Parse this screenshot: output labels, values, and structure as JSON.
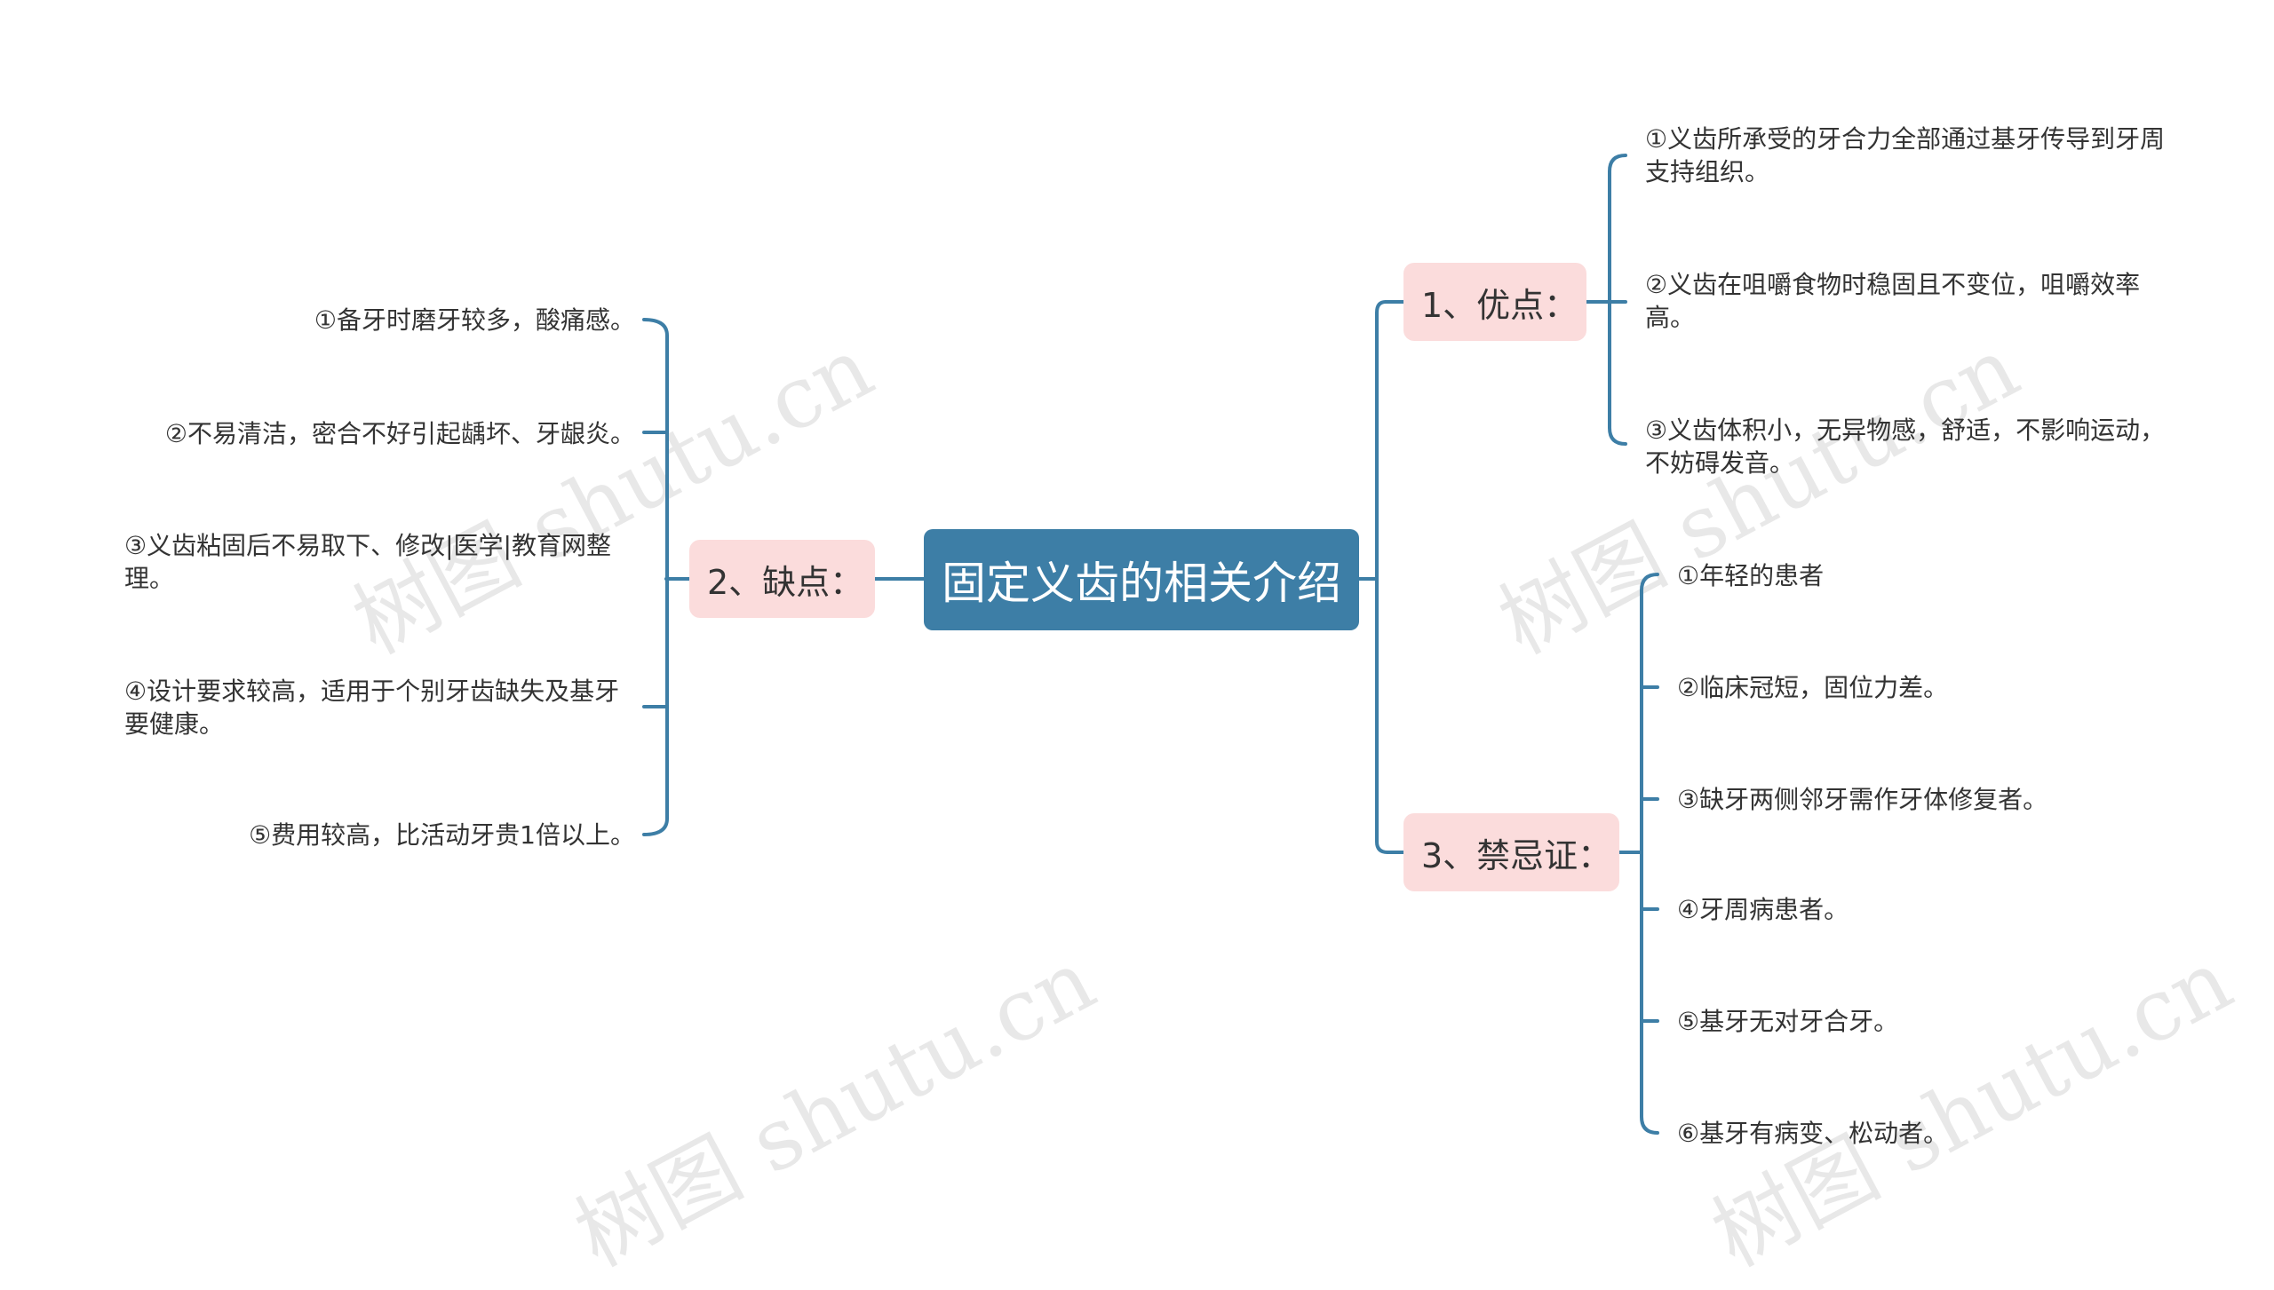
{
  "watermark": "树图 shutu.cn",
  "colors": {
    "line": "#3d7ea6",
    "root_fill": "#3d7ea6",
    "category_fill": "#fbdcdc",
    "text": "#333333"
  },
  "root": {
    "label": "固定义齿的相关介绍"
  },
  "branches": {
    "advantages": {
      "label": "1、优点：",
      "items": [
        "①义齿所承受的牙合力全部通过基牙传导到牙周支持组织。",
        "②义齿在咀嚼食物时稳固且不变位，咀嚼效率高。",
        "③义齿体积小，无异物感，舒适，不影响运动，不妨碍发音。"
      ]
    },
    "disadvantages": {
      "label": "2、缺点：",
      "items": [
        "①备牙时磨牙较多，酸痛感。",
        "②不易清洁，密合不好引起龋坏、牙龈炎。",
        "③义齿粘固后不易取下、修改|医学|教育网整理。",
        "④设计要求较高，适用于个别牙齿缺失及基牙要健康。",
        "⑤费用较高，比活动牙贵1倍以上。"
      ]
    },
    "contraindications": {
      "label": "3、禁忌证：",
      "items": [
        "①年轻的患者",
        "②临床冠短，固位力差。",
        "③缺牙两侧邻牙需作牙体修复者。",
        "④牙周病患者。",
        "⑤基牙无对牙合牙。",
        "⑥基牙有病变、松动者。"
      ]
    }
  }
}
